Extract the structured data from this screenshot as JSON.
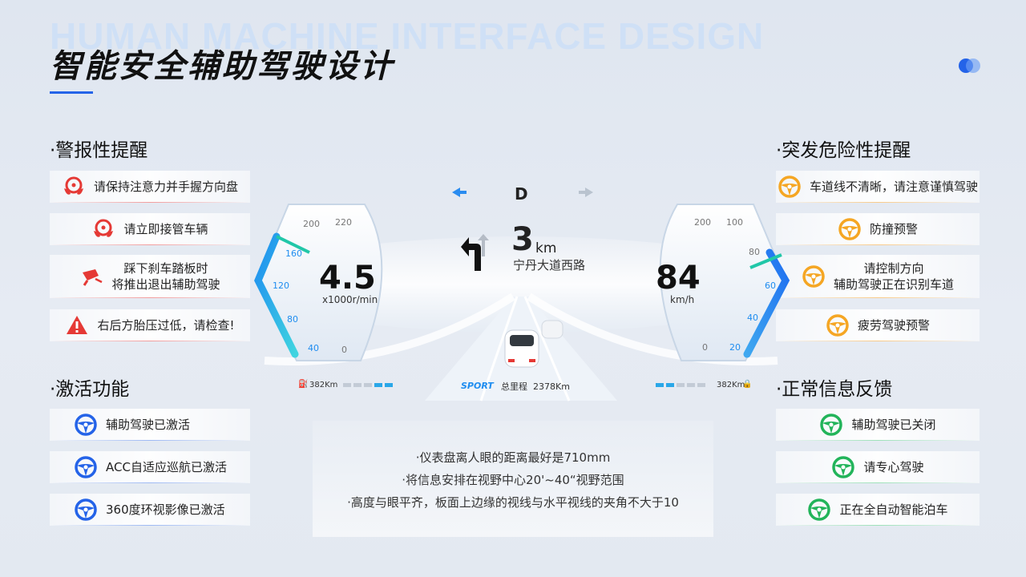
{
  "header": {
    "bg_title": "HUMAN MACHINE INTERFACE DESIGN",
    "title": "智能安全辅助驾驶设计"
  },
  "colors": {
    "accent": "#2463e8",
    "alert_red": "#e53935",
    "warning_orange": "#f5a623",
    "active_blue": "#2463e8",
    "normal_green": "#22b45a"
  },
  "alert": {
    "title": "·警报性提醒",
    "items": [
      {
        "lines": [
          "请保持注意力并手握方向盘"
        ],
        "icon": "hands-on-wheel-icon"
      },
      {
        "lines": [
          "请立即接管车辆"
        ],
        "icon": "hands-on-wheel-icon"
      },
      {
        "lines": [
          "踩下刹车踏板时",
          "将推出退出辅助驾驶"
        ],
        "icon": "brake-pedal-icon"
      },
      {
        "lines": [
          "右后方胎压过低，请检查!"
        ],
        "icon": "warning-triangle-icon"
      }
    ]
  },
  "activate": {
    "title": "·激活功能",
    "items": [
      {
        "lines": [
          "辅助驾驶已激活"
        ],
        "icon": "steering-wheel-icon"
      },
      {
        "lines": [
          "ACC自适应巡航已激活"
        ],
        "icon": "steering-wheel-icon"
      },
      {
        "lines": [
          "360度环视影像已激活"
        ],
        "icon": "steering-wheel-icon"
      }
    ]
  },
  "danger": {
    "title": "·突发危险性提醒",
    "items": [
      {
        "lines": [
          "车道线不清晰，请注意谨慎驾驶"
        ],
        "icon": "steering-wheel-icon"
      },
      {
        "lines": [
          "防撞预警"
        ],
        "icon": "steering-wheel-icon"
      },
      {
        "lines": [
          "请控制方向",
          "辅助驾驶正在识别车道"
        ],
        "icon": "steering-wheel-icon"
      },
      {
        "lines": [
          "疲劳驾驶预警"
        ],
        "icon": "steering-wheel-icon"
      }
    ]
  },
  "normal": {
    "title": "·正常信息反馈",
    "items": [
      {
        "lines": [
          "辅助驾驶已关闭"
        ],
        "icon": "steering-wheel-icon"
      },
      {
        "lines": [
          "请专心驾驶"
        ],
        "icon": "steering-wheel-icon"
      },
      {
        "lines": [
          "正在全自动智能泊车"
        ],
        "icon": "steering-wheel-icon"
      }
    ]
  },
  "dashboard": {
    "gear": "D",
    "distance": "3",
    "distance_unit": "km",
    "road": "宁丹大道西路",
    "rpm_value": "4.5",
    "rpm_unit": "x1000r/min",
    "rpm_ticks": [
      "220",
      "200",
      "160",
      "120",
      "80",
      "40",
      "0"
    ],
    "speed_value": "84",
    "speed_unit": "km/h",
    "speed_ticks": [
      "200",
      "100",
      "80",
      "60",
      "40",
      "20",
      "0"
    ],
    "mode": "SPORT",
    "odometer": "总里程  2378Km",
    "range_left": "382Km",
    "range_right": "382Km",
    "rpm_level": 0.72,
    "speed_level": 0.62
  },
  "info": {
    "lines": [
      "·仪表盘离人眼的距离最好是710mm",
      "·将信息安排在视野中心20'~40“视野范围",
      "·高度与眼平齐，板面上边缘的视线与水平视线的夹角不大于10"
    ]
  }
}
